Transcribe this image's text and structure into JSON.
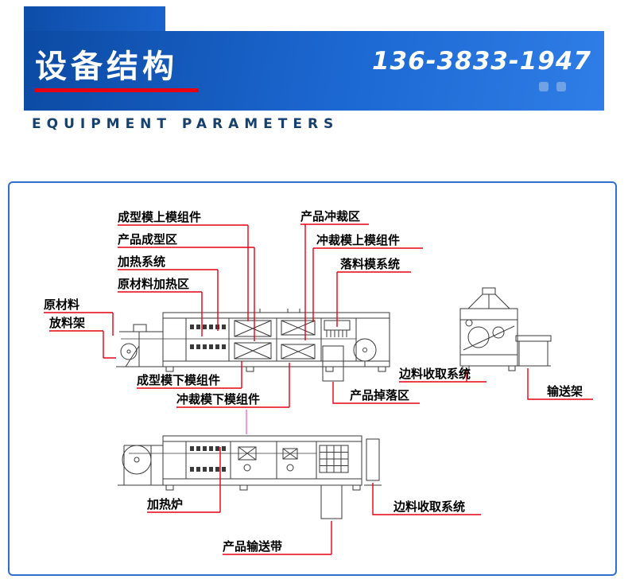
{
  "header": {
    "title": "设备结构",
    "phone": "136-3833-1947",
    "subtitle": "EQUIPMENT PARAMETERS"
  },
  "diagram": {
    "labels": {
      "forming_upper_mold": "成型模上模组件",
      "product_forming_area": "产品成型区",
      "heating_system": "加热系统",
      "raw_material_heating_area": "原材料加热区",
      "raw_material": "原材料",
      "material_rack": "放料架",
      "product_punching_area": "产品冲裁区",
      "punching_upper_mold": "冲裁模上模组件",
      "blanking_mold_system": "落料模系统",
      "forming_lower_mold": "成型模下模组件",
      "punching_lower_mold": "冲裁模下模组件",
      "product_drop_area": "产品掉落区",
      "edge_collection_top": "边料收取系统",
      "conveyor_rack": "输送架",
      "heating_furnace": "加热炉",
      "edge_collection_bottom": "边料收取系统",
      "product_conveyor_belt": "产品输送带"
    },
    "colors": {
      "leader_red": "#e60012",
      "outline_gray": "#3a3a3a",
      "border_blue": "#2e6fd0",
      "band_blue_dark": "#0c4aa3",
      "band_blue_light": "#2f7de6",
      "accent_pink": "#f04fd0",
      "underline_red": "#e60012"
    }
  }
}
